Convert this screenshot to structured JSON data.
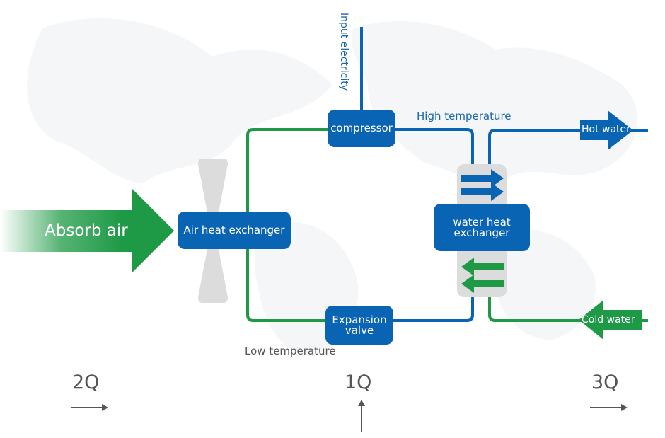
{
  "labels": {
    "input_electricity": "Input electricity",
    "high_temperature": "High temperature",
    "low_temperature": "Low temperature",
    "absorb_air": "Absorb air",
    "hot_water": "Hot water",
    "cold_water": "Cold water"
  },
  "components": {
    "compressor": "compressor",
    "air_heat_exchanger": "Air heat exchanger",
    "water_heat_exchanger_line1": "water heat",
    "water_heat_exchanger_line2": "exchanger",
    "expansion_valve_line1": "Expansion",
    "expansion_valve_line2": "valve"
  },
  "energy": {
    "left": "2Q",
    "center": "1Q",
    "right": "3Q"
  },
  "colors": {
    "blue": "#0a64b4",
    "green": "#1e9a46",
    "grey": "#555555",
    "fan": "#dcdcdc"
  }
}
